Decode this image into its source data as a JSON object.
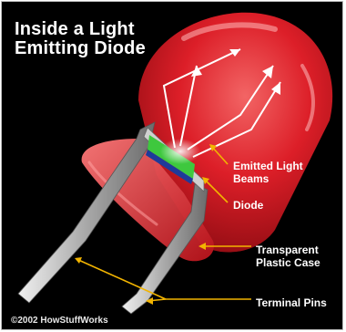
{
  "title": "Inside a Light Emitting Diode",
  "labels": {
    "emitted_light_beams": "Emitted Light Beams",
    "diode": "Diode",
    "transparent_plastic_case": "Transparent Plastic Case",
    "terminal_pins": "Terminal Pins"
  },
  "credit": "©2002 HowStuffWorks",
  "colors": {
    "background": "#000000",
    "led_case": "#e8202a",
    "chip": "#3ec83e",
    "pins": "#c8c8c8",
    "leader_lines": "#f2b400",
    "text": "#ffffff"
  }
}
